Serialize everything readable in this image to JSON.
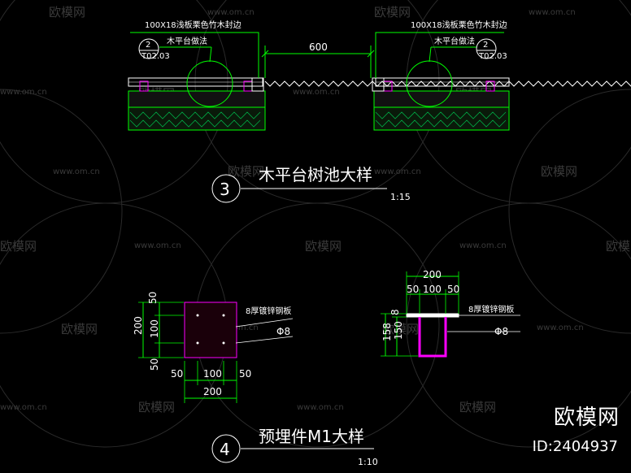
{
  "watermark": {
    "brand": "欧模网",
    "url": "www.om.cn"
  },
  "detail3": {
    "note_top": "100X18浅板栗色竹木封边",
    "note_sub": "木平台做法",
    "bubble_num": "2",
    "bubble_ref": "T02.03",
    "dim_width": "600",
    "title": "木平台树池大样",
    "number": "3",
    "scale": "1:15"
  },
  "detail4": {
    "plan_dims": {
      "top": "50",
      "middle": "100",
      "bottom": "50",
      "total": "200"
    },
    "plan_bottom_dims": {
      "left": "50",
      "middle": "100",
      "right": "50",
      "total": "200"
    },
    "plate_label": "8厚镀锌钢板",
    "bar_label": "Φ8",
    "sec_top_total": "200",
    "sec_top_dims": {
      "left": "50",
      "middle": "100",
      "right": "50"
    },
    "sec_side_dims": {
      "outer": "158",
      "inner": "150",
      "plate": "8"
    },
    "title": "预埋件M1大样",
    "number": "4",
    "scale": "1:10"
  },
  "brand": {
    "name": "欧模网",
    "id": "ID:2404937"
  },
  "colors": {
    "line_green": "#00ff00",
    "magenta": "#ff00ff",
    "white": "#ffffff",
    "watermark": "#3a3a3a"
  }
}
